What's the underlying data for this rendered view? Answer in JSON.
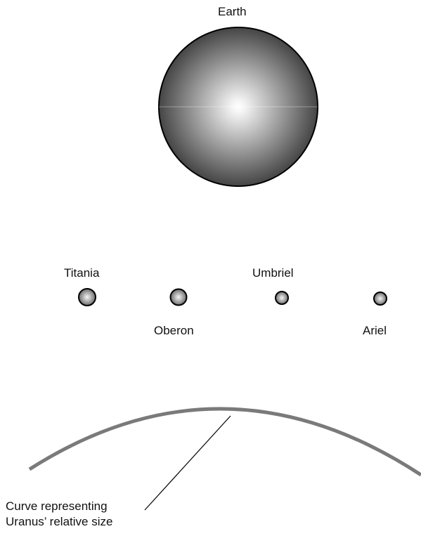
{
  "labels": {
    "earth": "Earth",
    "titania": "Titania",
    "umbriel": "Umbriel",
    "oberon": "Oberon",
    "ariel": "Ariel",
    "uranus_line1": "Curve representing",
    "uranus_line2": "Uranus’ relative size"
  },
  "colors": {
    "earth_center": "#ffffff",
    "earth_edge": "#4a4a4a",
    "moon_center": "#f2f2f2",
    "moon_edge": "#6e6e6e",
    "uranus_curve": "#7a7a7a",
    "outline": "#000000"
  }
}
